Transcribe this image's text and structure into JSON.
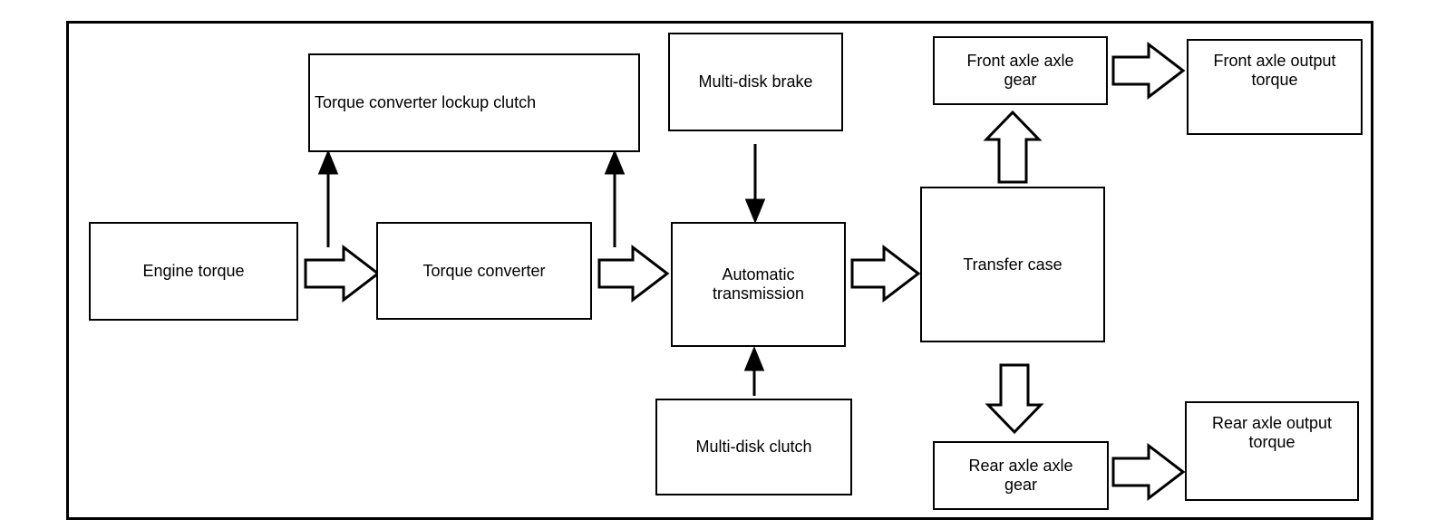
{
  "colors": {
    "line": "#000000",
    "background": "#ffffff"
  },
  "nodes": {
    "engine_torque": {
      "label": "Engine torque"
    },
    "torque_converter": {
      "label": "Torque converter"
    },
    "torque_converter_lockup_clutch": {
      "label": "Torque converter lockup clutch"
    },
    "multi_disk_brake": {
      "label": "Multi-disk brake"
    },
    "automatic_transmission": {
      "label": "Automatic transmission"
    },
    "multi_disk_clutch": {
      "label": "Multi-disk clutch"
    },
    "transfer_case": {
      "label": "Transfer case"
    },
    "front_axle_axle_gear": {
      "label": "Front axle axle gear"
    },
    "front_axle_output_torque": {
      "label": "Front axle output torque"
    },
    "rear_axle_axle_gear": {
      "label": "Rear axle axle gear"
    },
    "rear_axle_output_torque": {
      "label": "Rear axle output torque"
    }
  },
  "connections": [
    {
      "from": "Engine torque",
      "to": "Torque converter",
      "style": "hollow-block-arrow-right"
    },
    {
      "from": "Torque converter",
      "to": "Automatic transmission",
      "style": "hollow-block-arrow-right"
    },
    {
      "from": "Automatic transmission",
      "to": "Transfer case",
      "style": "hollow-block-arrow-right"
    },
    {
      "from": "torque path (left of Torque converter)",
      "to": "Torque converter lockup clutch",
      "style": "thin-arrow-up"
    },
    {
      "from": "torque path (right of Torque converter)",
      "to": "Torque converter lockup clutch",
      "style": "thin-arrow-up"
    },
    {
      "from": "Multi-disk brake",
      "to": "Automatic transmission",
      "style": "thin-arrow-down"
    },
    {
      "from": "Multi-disk clutch",
      "to": "Automatic transmission",
      "style": "thin-arrow-up"
    },
    {
      "from": "Transfer case",
      "to": "Front axle axle gear",
      "style": "hollow-block-arrow-up"
    },
    {
      "from": "Transfer case",
      "to": "Rear axle axle gear",
      "style": "hollow-block-arrow-down"
    },
    {
      "from": "Front axle axle gear",
      "to": "Front axle output torque",
      "style": "hollow-block-arrow-right"
    },
    {
      "from": "Rear axle axle gear",
      "to": "Rear axle output torque",
      "style": "hollow-block-arrow-right"
    }
  ]
}
